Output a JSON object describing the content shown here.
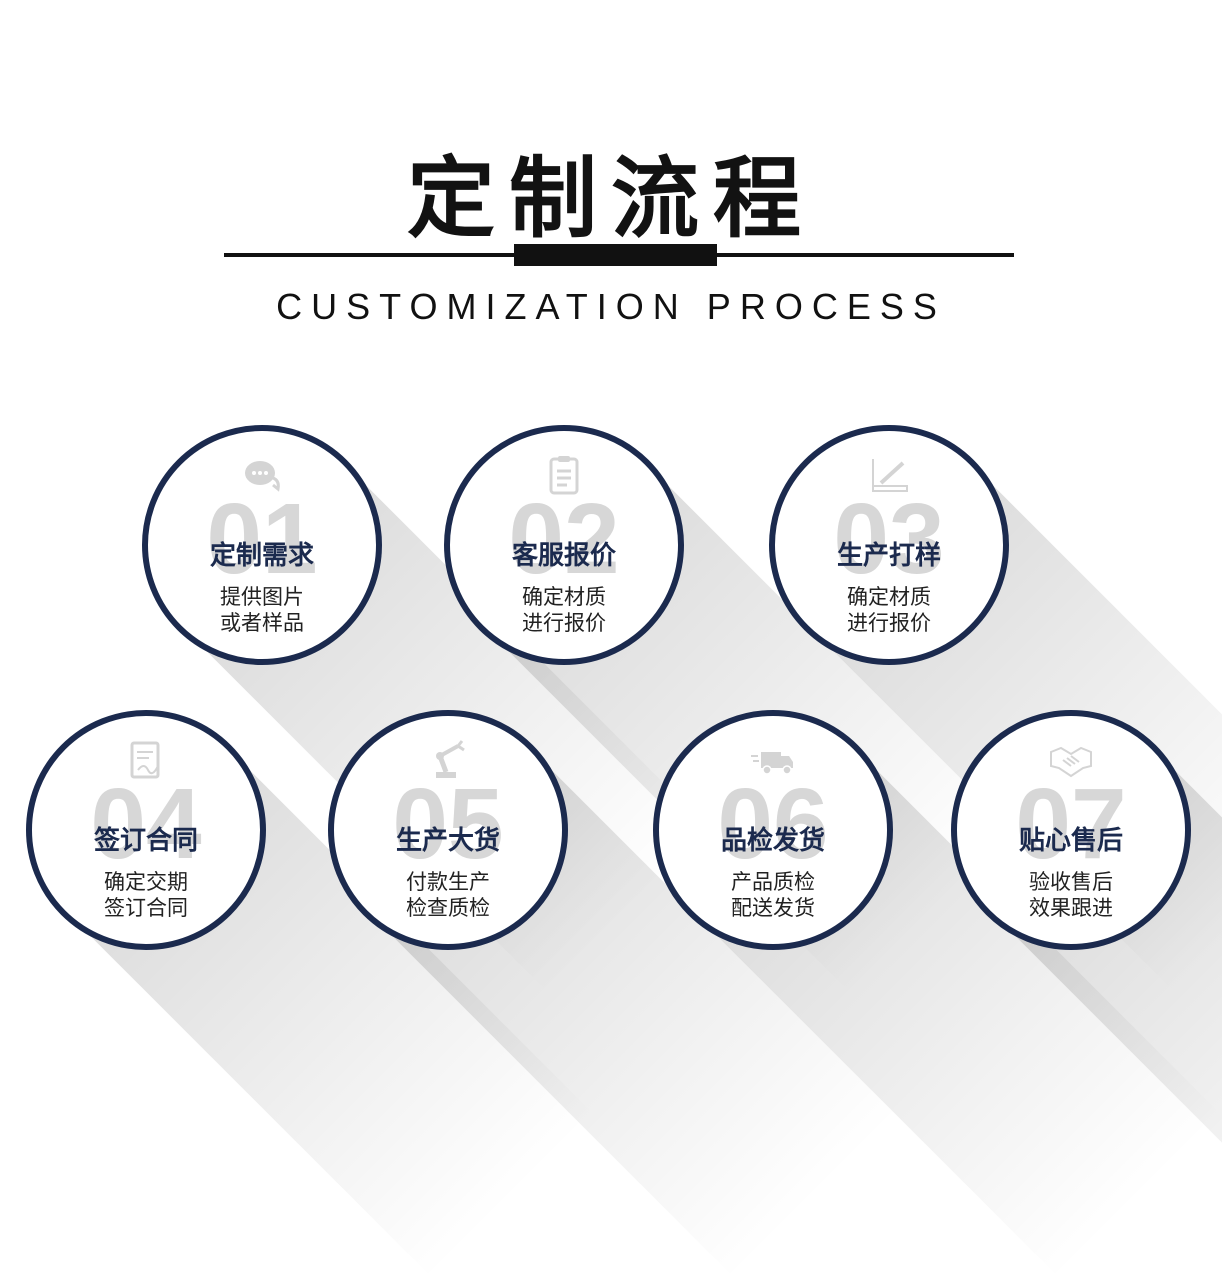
{
  "header": {
    "title": "定制流程",
    "subtitle": "CUSTOMIZATION PROCESS"
  },
  "steps": [
    {
      "number": "01",
      "title": "定制需求",
      "line1": "提供图片",
      "line2": "或者样品",
      "icon": "chat-bubbles-icon"
    },
    {
      "number": "02",
      "title": "客服报价",
      "line1": "确定材质",
      "line2": "进行报价",
      "icon": "clipboard-icon"
    },
    {
      "number": "03",
      "title": "生产打样",
      "line1": "确定材质",
      "line2": "进行报价",
      "icon": "ruler-pen-icon"
    },
    {
      "number": "04",
      "title": "签订合同",
      "line1": "确定交期",
      "line2": "签订合同",
      "icon": "document-sign-icon"
    },
    {
      "number": "05",
      "title": "生产大货",
      "line1": "付款生产",
      "line2": "检查质检",
      "icon": "robot-arm-icon"
    },
    {
      "number": "06",
      "title": "品检发货",
      "line1": "产品质检",
      "line2": "配送发货",
      "icon": "delivery-truck-icon"
    },
    {
      "number": "07",
      "title": "贴心售后",
      "line1": "验收售后",
      "line2": "效果跟进",
      "icon": "handshake-icon"
    }
  ],
  "colors": {
    "accent": "#1b2a4e",
    "number": "#d7d7d7",
    "title": "#121212"
  }
}
